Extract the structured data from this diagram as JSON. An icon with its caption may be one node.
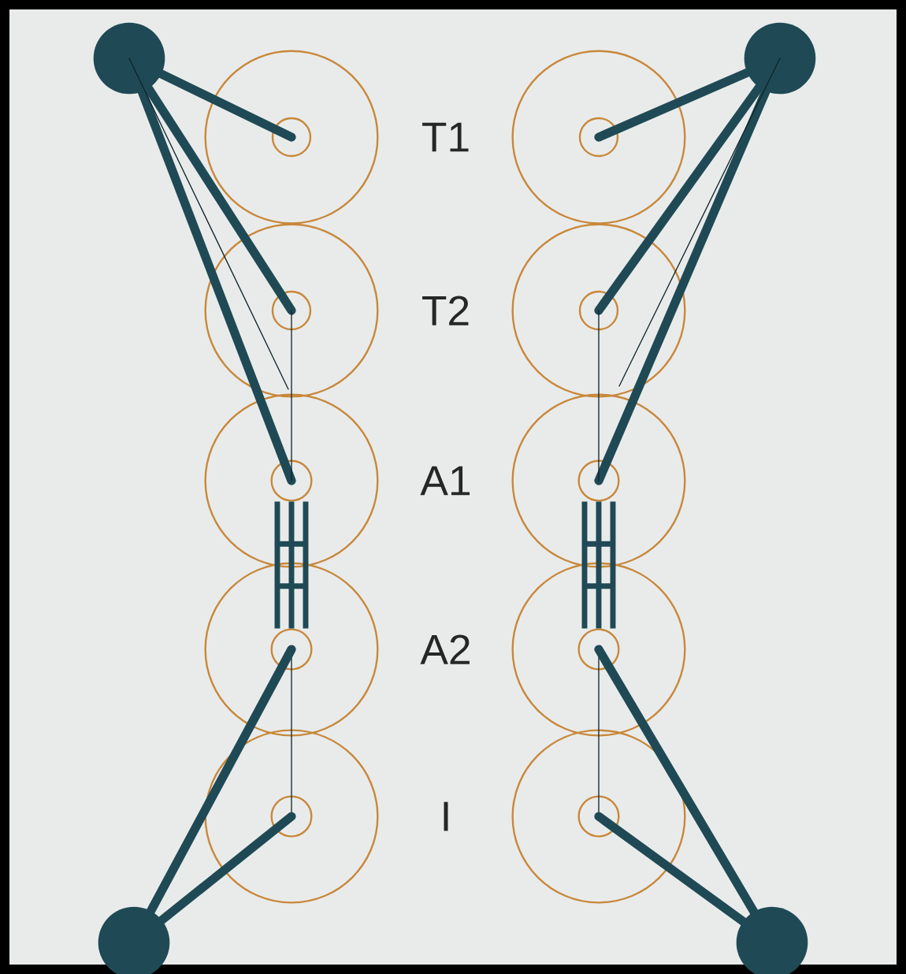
{
  "diagram": {
    "nodes": [
      {
        "text": [],
        "shape": "dot"
      },
      {
        "text": [],
        "shape": "dot"
      },
      {
        "text": [],
        "shape": "circle"
      },
      {
        "text": [],
        "shape": "circle",
        "in": 2
      },
      {
        "text": [],
        "shape": "circle"
      },
      {
        "text": [],
        "shape": "circle",
        "in": 4
      },
      {
        "text": [],
        "shape": "circle"
      },
      {
        "text": [],
        "shape": "circle",
        "in": 6
      },
      {
        "text": [],
        "shape": "circle"
      },
      {
        "text": [],
        "shape": "circle",
        "in": 8
      },
      {
        "text": [],
        "shape": "circle"
      },
      {
        "text": [],
        "shape": "circle",
        "in": 10
      },
      {
        "text": [],
        "shape": "circle"
      },
      {
        "text": [],
        "shape": "circle",
        "in": 12
      },
      {
        "text": [],
        "shape": "circle"
      },
      {
        "text": [],
        "shape": "circle",
        "in": 14
      },
      {
        "text": [],
        "shape": "circle"
      },
      {
        "text": [],
        "shape": "circle",
        "in": 16
      },
      {
        "text": [],
        "shape": "circle"
      },
      {
        "text": [],
        "shape": "circle",
        "in": 18
      },
      {
        "text": [],
        "shape": "circle"
      },
      {
        "text": [],
        "shape": "circle",
        "in": 20
      },
      {
        "text": [],
        "shape": "dot"
      },
      {
        "text": [],
        "shape": "dot"
      }
    ],
    "edges": [
      {
        "from": 0,
        "to": 3,
        "arrow": "none"
      },
      {
        "from": 0,
        "to": 7,
        "arrow": "none"
      },
      {
        "from": 0,
        "to": 11,
        "arrow": "none"
      },
      {
        "from": 0,
        "to": 6,
        "arrow": "none"
      },
      {
        "from": 7,
        "to": 11,
        "arrow": "none"
      },
      {
        "from": 11,
        "to": 15,
        "arrow": "none"
      },
      {
        "from": 15,
        "to": 19,
        "arrow": "none"
      },
      {
        "from": 22,
        "to": 15,
        "arrow": "none"
      },
      {
        "from": 22,
        "to": 19,
        "arrow": "none"
      },
      {
        "from": 1,
        "to": 5,
        "arrow": "none"
      },
      {
        "from": 1,
        "to": 9,
        "arrow": "none"
      },
      {
        "from": 1,
        "to": 13,
        "arrow": "none"
      },
      {
        "from": 1,
        "to": 8,
        "arrow": "none"
      },
      {
        "from": 9,
        "to": 13,
        "arrow": "none"
      },
      {
        "from": 13,
        "to": 17,
        "arrow": "none"
      },
      {
        "from": 17,
        "to": 21,
        "arrow": "none"
      },
      {
        "from": 23,
        "to": 17,
        "arrow": "none"
      },
      {
        "from": 23,
        "to": 21,
        "arrow": "none"
      }
    ],
    "labels": [
      "T1",
      "T2",
      "A1",
      "A2",
      "I"
    ]
  }
}
